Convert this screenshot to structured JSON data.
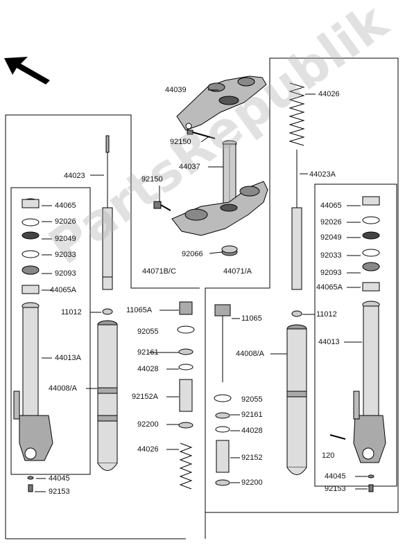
{
  "diagram": {
    "watermark": "PartsRepublik",
    "labels": {
      "l44039": "44039",
      "l92150a": "92150",
      "l44037": "44037",
      "l92150b": "92150",
      "l92066": "92066",
      "l44026r": "44026",
      "l44023Ar": "44023A",
      "l44023": "44023",
      "l44065l": "44065",
      "l92026l": "92026",
      "l92049l": "92049",
      "l92033l": "92033",
      "l92093l": "92093",
      "l44065Al": "44065A",
      "l11012l": "11012",
      "l44013Al": "44013A",
      "l44008Al": "44008/A",
      "l44045l": "44045",
      "l92153l": "92153",
      "l44071BC": "44071B/C",
      "l11065A": "11065A",
      "l92055a": "92055",
      "l92161a": "92161",
      "l44028a": "44028",
      "l92152A": "92152A",
      "l92200a": "92200",
      "l44026m": "44026",
      "l44071A": "44071/A",
      "l11065": "11065",
      "l44008Am": "44008/A",
      "l92055b": "92055",
      "l92161b": "92161",
      "l44028b": "44028",
      "l92152": "92152",
      "l92200b": "92200",
      "l11012r": "11012",
      "l44065r": "44065",
      "l92026r": "92026",
      "l92049r": "92049",
      "l92033r": "92033",
      "l92093r": "92093",
      "l44065Ar": "44065A",
      "l44013r": "44013",
      "l120": "120",
      "l44045r": "44045",
      "l92153r": "92153"
    }
  }
}
